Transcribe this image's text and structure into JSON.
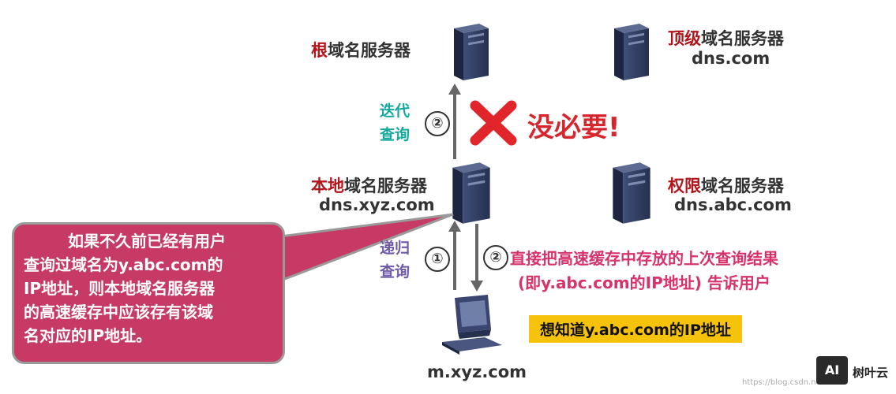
{
  "root_server": {
    "highlight": "根",
    "rest": "域名服务器"
  },
  "tld_server": {
    "highlight": "顶级",
    "rest": "域名服务器",
    "domain": "dns.com"
  },
  "local_server": {
    "highlight": "本地",
    "rest": "域名服务器",
    "domain": "dns.xyz.com"
  },
  "auth_server": {
    "highlight": "权限",
    "rest": "域名服务器",
    "domain": "dns.abc.com"
  },
  "iterative_query": {
    "line1": "迭代",
    "line2": "查询",
    "step": "②"
  },
  "not_needed": "没必要!",
  "recursive_query": {
    "line1": "递归",
    "line2": "查询",
    "step": "①"
  },
  "reply": {
    "step": "②",
    "line1": "直接把高速缓存中存放的上次查询结果",
    "line2": "(即y.abc.com的IP地址) 告诉用户"
  },
  "callout": {
    "lines": [
      "如果不久前已经有用户",
      "查询过域名为y.abc.com的",
      "IP地址，则本地域名服务器",
      "的高速缓存中应该存有该域",
      "名对应的IP地址。"
    ]
  },
  "client": {
    "domain": "m.xyz.com",
    "want": "想知道y.abc.com的IP地址"
  },
  "logo": {
    "badge": "AI",
    "name": "树叶云"
  },
  "watermark": "https://blog.csdn.net",
  "colors": {
    "highlight_red": "#b2161d",
    "teal": "#13a89e",
    "purple": "#6e5aa8",
    "pink": "#d6336c",
    "callout_bg": "#c63a65",
    "yellow": "#f6c20c"
  }
}
